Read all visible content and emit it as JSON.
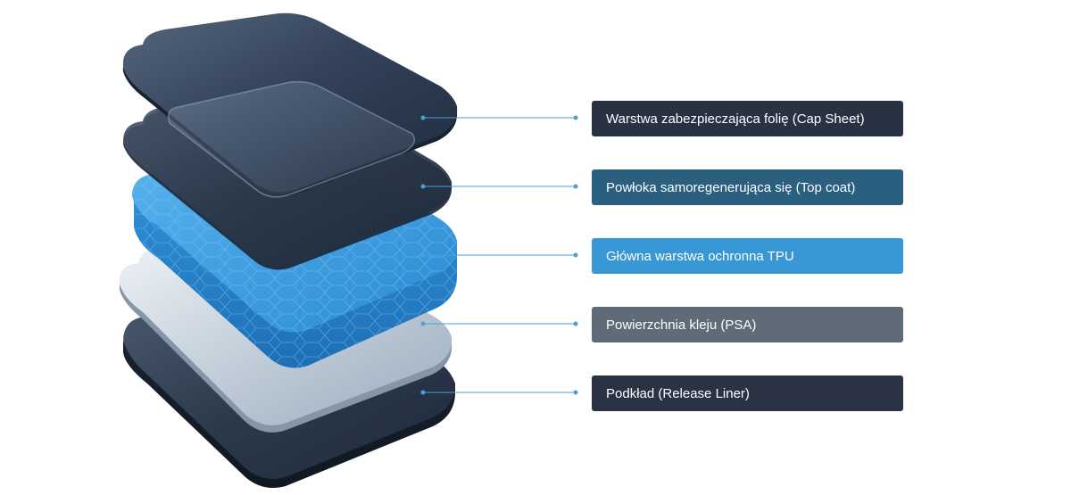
{
  "layers": [
    {
      "id": "cap-sheet",
      "label": "Warstwa zabezpieczająca folię (Cap Sheet)",
      "color": "#283242"
    },
    {
      "id": "top-coat",
      "label": "Powłoka samoregenerująca się (Top coat)",
      "color": "#2a5f80"
    },
    {
      "id": "tpu",
      "label": "Główna warstwa ochronna TPU",
      "color": "#3897d5"
    },
    {
      "id": "psa",
      "label": "Powierzchnia kleju (PSA)",
      "color": "#5f6c78"
    },
    {
      "id": "release-liner",
      "label": "Podkład (Release Liner)",
      "color": "#2a3243"
    }
  ],
  "connector_color": "#4a9fd8"
}
